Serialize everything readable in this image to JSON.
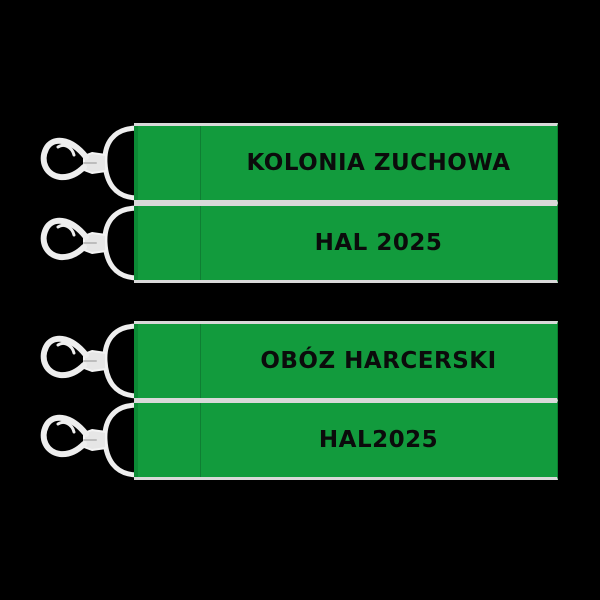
{
  "colors": {
    "background": "#000000",
    "strap_green": "#129b3d",
    "strap_edge": "#d9d9d9",
    "hook_metal": "#eeeeee",
    "text": "#0b0b0b"
  },
  "lanyards": [
    {
      "label": "KOLONIA ZUCHOWA",
      "icon": "swivel-hook-icon"
    },
    {
      "label": "HAL 2025",
      "icon": "swivel-hook-icon"
    },
    {
      "label": "OBÓZ HARCERSKI",
      "icon": "swivel-hook-icon"
    },
    {
      "label": "HAL2025",
      "icon": "swivel-hook-icon"
    }
  ]
}
